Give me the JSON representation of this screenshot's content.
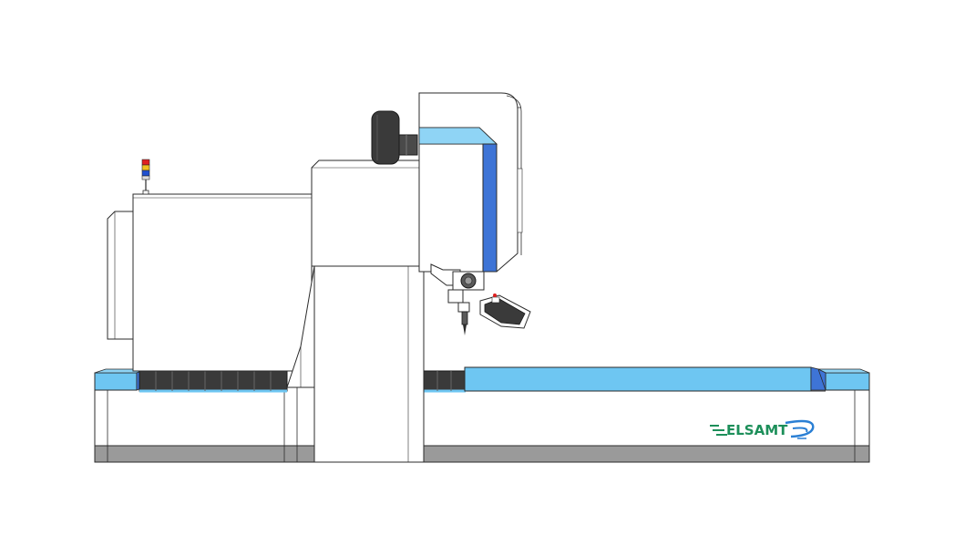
{
  "logo": {
    "text": "ELSAMT"
  },
  "colors": {
    "outline": "#2b2b2b",
    "body": "#ffffff",
    "accent_light": "#6ec6f2",
    "accent_dark": "#3e74d6",
    "base_stripe": "#9a9a9a",
    "chain": "#3a3a3a",
    "logo_green": "#1d8f5a",
    "logo_blue": "#2a7fd4"
  },
  "signal_tower": {
    "lights": [
      "red",
      "yellow",
      "blue"
    ]
  }
}
